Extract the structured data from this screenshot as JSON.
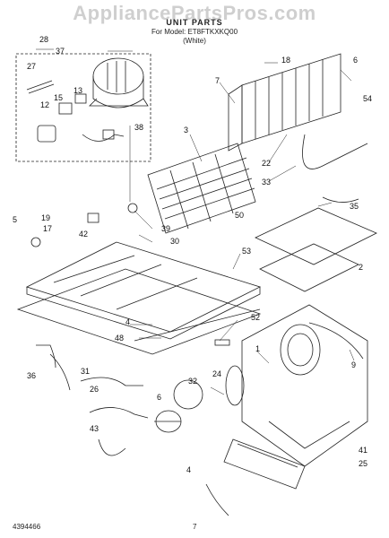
{
  "watermark": "AppliancePartsPros.com",
  "header": {
    "title": "UNIT PARTS",
    "subtitle": "For Model: ET8FTKXKQ00",
    "color": "(White)"
  },
  "footer": {
    "doc_id": "4394466",
    "page": "7"
  },
  "callouts": [
    "28",
    "37",
    "27",
    "15",
    "13",
    "12",
    "38",
    "18",
    "7",
    "6",
    "54",
    "3",
    "22",
    "33",
    "19",
    "17",
    "42",
    "39",
    "30",
    "5",
    "50",
    "35",
    "53",
    "2",
    "4",
    "48",
    "52",
    "9",
    "36",
    "31",
    "26",
    "43",
    "6",
    "32",
    "24",
    "1",
    "4",
    "41",
    "25"
  ],
  "colors": {
    "ink": "#222222",
    "background": "#ffffff",
    "watermark": "#8a8a8a"
  }
}
